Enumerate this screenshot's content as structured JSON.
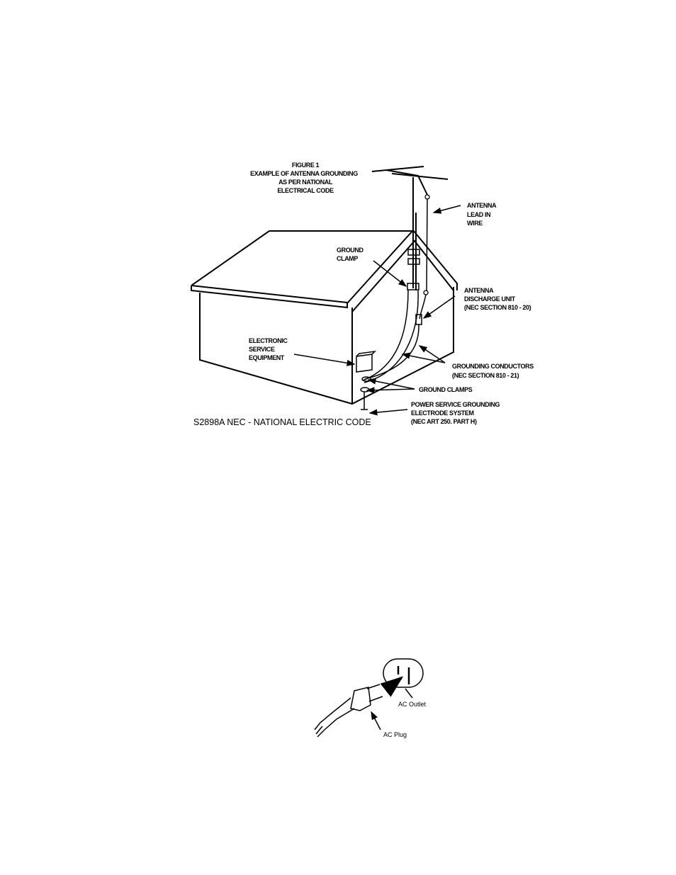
{
  "figure1": {
    "title_lines": [
      "FIGURE 1",
      "EXAMPLE OF ANTENNA GROUNDING",
      "AS PER NATIONAL",
      "ELECTRICAL CODE"
    ],
    "labels": {
      "antenna_lead_in": [
        "ANTENNA",
        "LEAD IN",
        "WIRE"
      ],
      "ground_clamp": [
        "GROUND",
        "CLAMP"
      ],
      "discharge_unit": [
        "ANTENNA",
        "DISCHARGE UNIT",
        "(NEC SECTION 810 - 20)"
      ],
      "electronic_equipment": [
        "ELECTRONIC",
        "SERVICE",
        "EQUIPMENT"
      ],
      "grounding_conductors": [
        "GROUNDING CONDUCTORS",
        "(NEC SECTION 810 - 21)"
      ],
      "ground_clamps": "GROUND CLAMPS",
      "power_service": [
        "POWER SERVICE GROUNDING",
        "ELECTRODE SYSTEM",
        "(NEC ART 250. PART H)"
      ]
    },
    "caption": "S2898A NEC - NATIONAL ELECTRIC CODE"
  },
  "figure2": {
    "outlet_label": "AC Outlet",
    "plug_label": "AC Plug"
  }
}
